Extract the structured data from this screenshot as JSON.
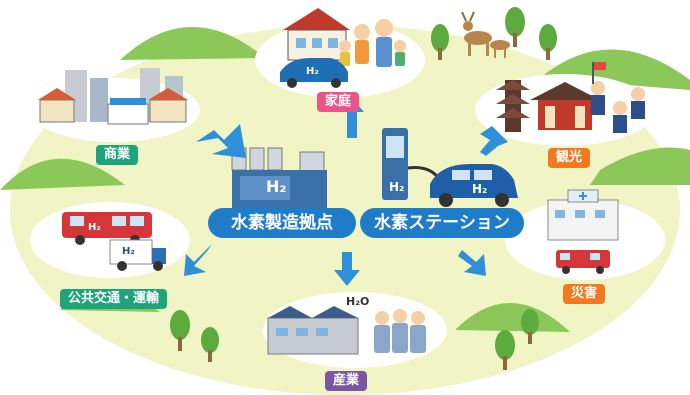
{
  "hubs": {
    "production": "水素製造拠点",
    "station": "水素ステーション"
  },
  "categories": {
    "home": "家庭",
    "commerce": "商業",
    "tourism": "観光",
    "transport": "公共交通・運輸",
    "disaster": "災害",
    "industry": "産業"
  },
  "marks": {
    "h2": "H₂",
    "h2o": "H₂O"
  },
  "colors": {
    "ground": "#f1f4c4",
    "hill": "#8cc75a",
    "arrow": "#2f8fd8",
    "hub": "#1f7cc9",
    "home": "#e9558a",
    "commerce": "#1fa37a",
    "tourism": "#f07a1d",
    "transport": "#1fa37a",
    "disaster": "#f07a1d",
    "industry": "#7a55a3"
  }
}
